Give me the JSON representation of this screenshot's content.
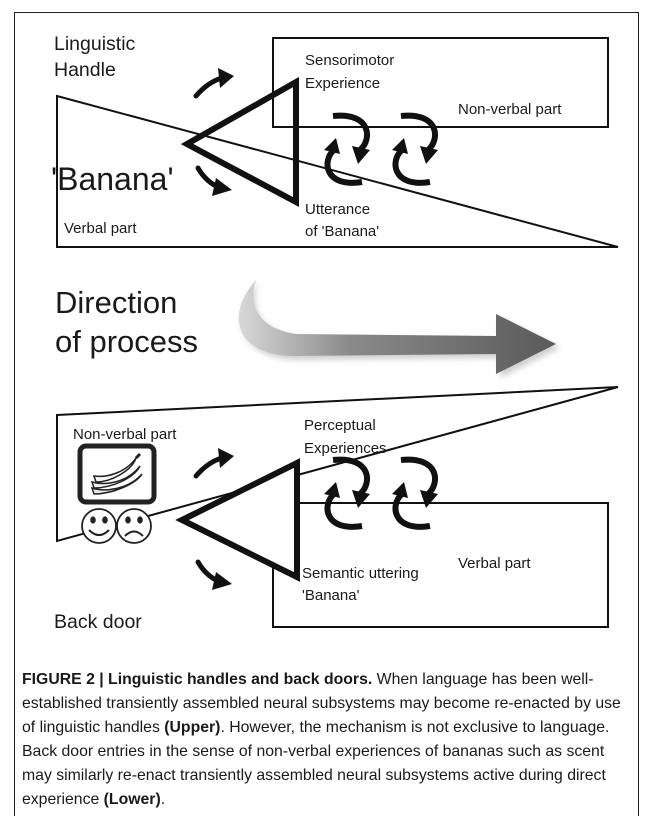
{
  "upper": {
    "linguistic_handle": [
      "Linguistic",
      "Handle"
    ],
    "sensorimotor": [
      "Sensorimotor",
      "Experience"
    ],
    "non_verbal": "Non-verbal part",
    "banana": "'Banana'",
    "verbal": "Verbal part",
    "utterance": [
      "Utterance",
      "of 'Banana'"
    ]
  },
  "middle": {
    "direction": [
      "Direction",
      "of process"
    ]
  },
  "lower": {
    "non_verbal": "Non-verbal part",
    "perceptual": [
      "Perceptual",
      "Experiences"
    ],
    "semantic": [
      "Semantic uttering",
      "'Banana'"
    ],
    "verbal": "Verbal part",
    "back_door": "Back door"
  },
  "caption": {
    "label": "FIGURE 2 | Linguistic handles and back doors.",
    "text_1": " When language has been well-established transiently assembled neural subsystems may become re-enacted by use of linguistic handles ",
    "upper_ref": "(Upper)",
    "text_2": ". However, the mechanism is not exclusive to language. Back door entries in the sense of non-verbal experiences of bananas such as scent may similarly re-enact transiently assembled neural subsystems active during direct experience ",
    "lower_ref": "(Lower)",
    "text_3": "."
  }
}
